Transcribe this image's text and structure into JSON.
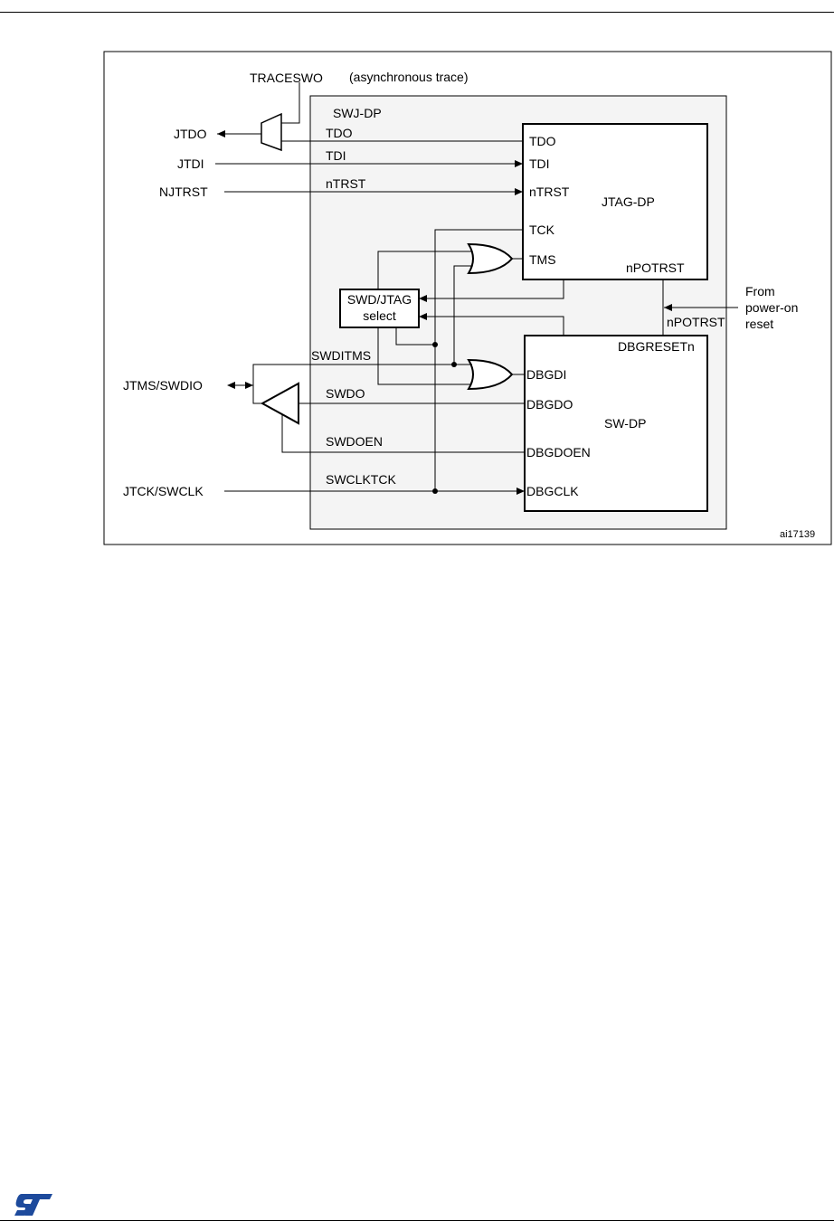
{
  "diagram": {
    "signals": {
      "traceswo": "TRACESWO",
      "async_note": "(asynchronous trace)",
      "jtdo": "JTDO",
      "jtdi": "JTDI",
      "njtrst": "NJTRST",
      "jtms_swdio": "JTMS/SWDIO",
      "jtck_swclk": "JTCK/SWCLK",
      "tdo": "TDO",
      "tdi": "TDI",
      "ntrst": "nTRST",
      "swditms": "SWDITMS",
      "swdo": "SWDO",
      "swdoen": "SWDOEN",
      "swclktck": "SWCLKTCK",
      "npotrst_line": "nPOTRST"
    },
    "swj_dp": {
      "label": "SWJ-DP"
    },
    "jtag_dp": {
      "label": "JTAG-DP",
      "ports": [
        "TDO",
        "TDI",
        "nTRST",
        "TCK",
        "TMS"
      ],
      "npotrst": "nPOTRST"
    },
    "sw_dp": {
      "label": "SW-DP",
      "ports": [
        "DBGDI",
        "DBGDO",
        "DBGDOEN",
        "DBGCLK"
      ],
      "dbgresetn": "DBGRESETn"
    },
    "select": {
      "line1": "SWD/JTAG",
      "line2": "select"
    },
    "power_on": {
      "line1": "From",
      "line2": "power-on",
      "line3": "reset"
    },
    "figure_id": "ai17139"
  },
  "colors": {
    "swj_fill": "#f4f4f4",
    "line": "#000000",
    "logo": "#1d4a9c"
  }
}
